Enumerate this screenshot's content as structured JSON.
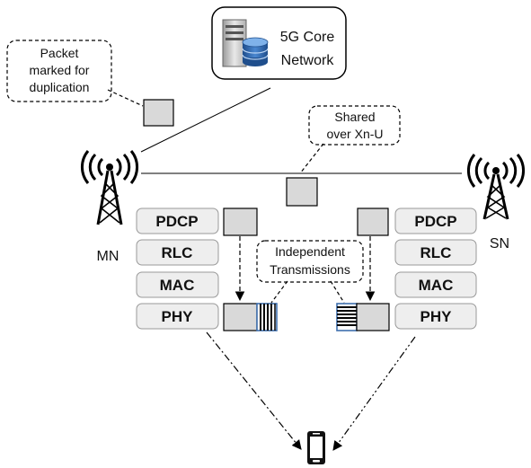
{
  "core": {
    "label_line1": "5G Core",
    "label_line2": "Network",
    "icon": "server-database-icon"
  },
  "callouts": {
    "packet": {
      "line1": "Packet",
      "line2": "marked for",
      "line3": "duplication"
    },
    "shared": {
      "line1": "Shared",
      "line2": "over Xn-U"
    },
    "independent": {
      "line1": "Independent",
      "line2": "Transmissions"
    }
  },
  "mn": {
    "label": "MN",
    "icon": "cell-tower-icon"
  },
  "sn": {
    "label": "SN",
    "icon": "cell-tower-icon"
  },
  "mn_stack": [
    "PDCP",
    "RLC",
    "MAC",
    "PHY"
  ],
  "sn_stack": [
    "PDCP",
    "RLC",
    "MAC",
    "PHY"
  ],
  "ue": {
    "icon": "smartphone-icon"
  },
  "colors": {
    "block_fill": "#d9d9d9",
    "layer_fill": "#eeeeee",
    "stripe_border": "#3f6fae"
  }
}
